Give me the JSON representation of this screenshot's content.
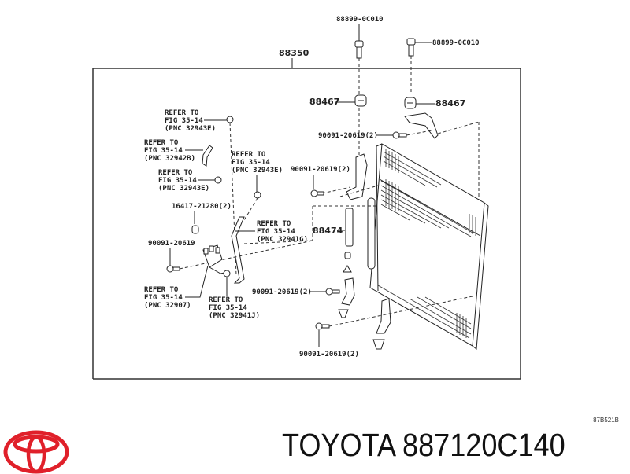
{
  "diagram": {
    "frame_label": "88350",
    "labels": {
      "clip_top_left": "88899-0C010",
      "clip_top_right": "88899-0C010",
      "cushion_left": "88467",
      "cushion_right": "88467",
      "bolt_upper_right": "90091-20619(2)",
      "bolt_upper_left": "90091-20619(2)",
      "seal": "88474",
      "bolt_lower_mid": "90091-20619(2)",
      "bolt_bottom": "90091-20619(2)",
      "oring": "16417-21280(2)",
      "bolt_left": "90091-20619"
    },
    "refer_labels": [
      {
        "line1": "REFER TO",
        "line2": "FIG 35-14",
        "line3": "(PNC 32943E)"
      },
      {
        "line1": "REFER TO",
        "line2": "FIG 35-14",
        "line3": "(PNC 32942B)"
      },
      {
        "line1": "REFER TO",
        "line2": "FIG 35-14",
        "line3": "(PNC 32943E)"
      },
      {
        "line1": "REFER TO",
        "line2": "FIG 35-14",
        "line3": "(PNC 32943E)"
      },
      {
        "line1": "REFER TO",
        "line2": "FIG 35-14",
        "line3": "(PNC 32941G)"
      },
      {
        "line1": "REFER TO",
        "line2": "FIG 35-14",
        "line3": "(PNC 32907)"
      },
      {
        "line1": "REFER TO",
        "line2": "FIG 35-14",
        "line3": "(PNC 32941J)"
      }
    ]
  },
  "footer": {
    "illustration_code": "87B521B",
    "brand": "TOYOTA",
    "part_number": "887120C140",
    "title": "TOYOTA 887120C140",
    "logo_color": "#e0202a"
  }
}
